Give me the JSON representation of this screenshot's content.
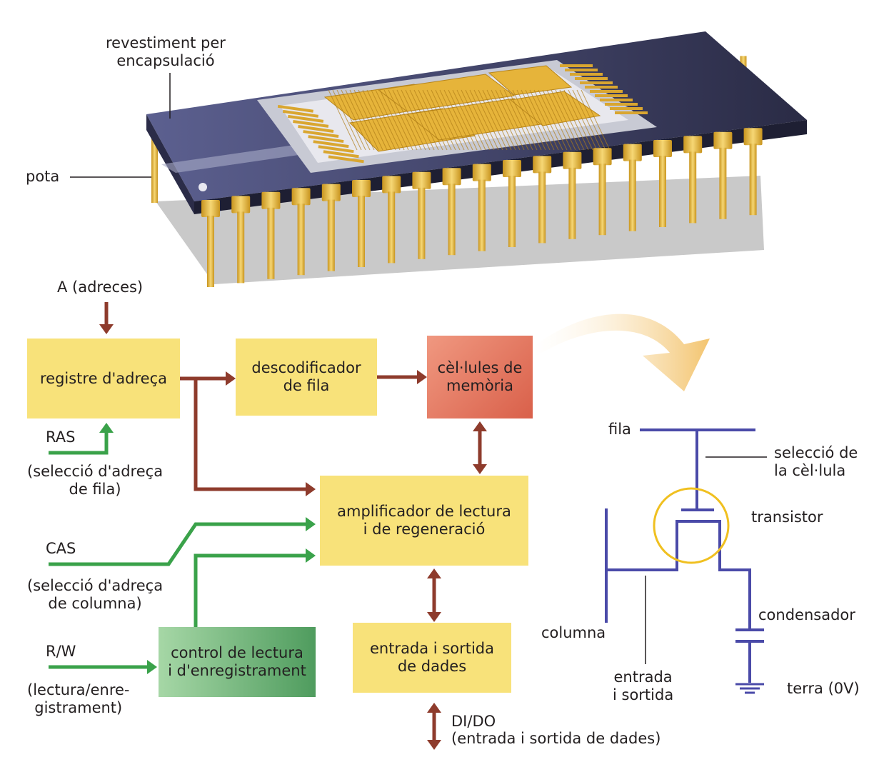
{
  "chip": {
    "label_coating": "revestiment per\nencapsulació",
    "label_pin": "pota"
  },
  "blocks": {
    "address_register": "registre d'adreça",
    "row_decoder": "descodificador\nde fila",
    "memory_cells": "cèl·lules de\nmemòria",
    "sense_amp": "amplificador de lectura\ni de regeneració",
    "rw_control": "control de lectura\ni d'enregistrament",
    "data_io": "entrada i sortida\nde dades"
  },
  "signals": {
    "address": "A (adreces)",
    "ras": "RAS",
    "ras_desc": "(selecció d'adreça\nde fila)",
    "cas": "CAS",
    "cas_desc": "(selecció d'adreça\nde columna)",
    "rw": "R/W",
    "rw_desc": "(lectura/enre-\ngistrament)",
    "dido": "DI/DO",
    "dido_desc": "(entrada i sortida de dades)"
  },
  "cell": {
    "row": "fila",
    "cell_select": "selecció de\nla cèl·lula",
    "transistor": "transistor",
    "column": "columna",
    "capacitor": "condensador",
    "io": "entrada\ni sortida",
    "ground": "terra (0V)"
  },
  "colors": {
    "arrow_red": "#8e3b2c",
    "arrow_green": "#3aa24a",
    "block_yellow": "#f8e27a",
    "cell_blue": "#4a4aa8",
    "highlight_ring": "#f0c020",
    "gold_pin": "#e2b43a",
    "chip_body": "#3a3c60"
  },
  "icons": [
    "chip-illustration",
    "ground-icon",
    "capacitor-icon",
    "transistor-icon",
    "curved-arrow-icon"
  ]
}
